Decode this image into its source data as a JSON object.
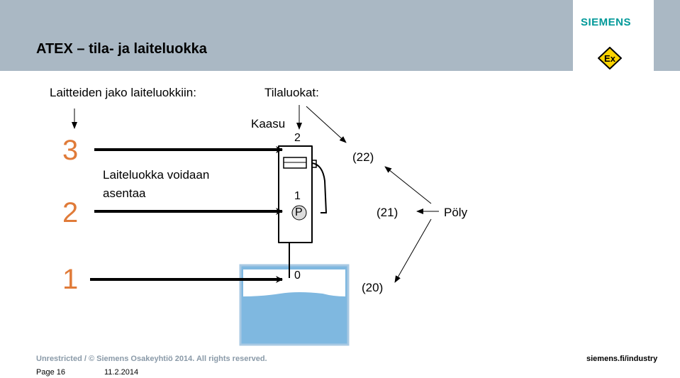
{
  "header": {
    "title": "ATEX – tila- ja laiteluokka",
    "brand": "SIEMENS",
    "ex_logo_text": "Ex"
  },
  "labels": {
    "device_split": "Laitteiden jako laiteluokkiin:",
    "zones": "Tilaluokat:",
    "gas": "Kaasu",
    "install_line1": "Laiteluokka voidaan",
    "install_line2": "asentaa",
    "dust": "Pöly",
    "pump_p": "P"
  },
  "categories": [
    "3",
    "2",
    "1"
  ],
  "gas_zones": [
    "2",
    "1",
    "0"
  ],
  "dust_zones": [
    "(22)",
    "(21)",
    "(20)"
  ],
  "colors": {
    "header_bg": "#aab8c4",
    "category_number": "#e07b39",
    "brand": "#009999",
    "liquid": "#7fb8e0"
  },
  "footer": {
    "copyright": "Unrestricted / © Siemens Osakeyhtiö 2014. All rights reserved.",
    "url": "siemens.fi/industry",
    "page": "Page 16",
    "date": "11.2.2014"
  }
}
